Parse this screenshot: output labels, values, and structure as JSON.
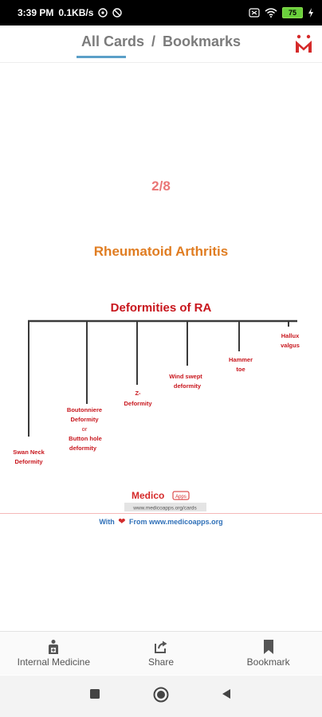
{
  "status_bar": {
    "time": "3:39 PM",
    "speed": "0.1KB/s",
    "battery": "75"
  },
  "header": {
    "tab_all": "All Cards",
    "separator": "/",
    "tab_bookmarks": "Bookmarks"
  },
  "card": {
    "counter": "2/8",
    "title": "Rheumatoid Arthritis"
  },
  "diagram": {
    "heading": "Deformities of RA",
    "labels": {
      "swan": [
        "Swan Neck",
        "Deformity"
      ],
      "boutonniere": [
        "Boutonniere",
        "Deformity",
        "or",
        "Button hole",
        "deformity"
      ],
      "z": [
        "Z-",
        "Deformity"
      ],
      "windswept": [
        "Wind swept",
        "deformity"
      ],
      "hammer": [
        "Hammer",
        "toe"
      ],
      "hallux": [
        "Hallux",
        "valgus"
      ]
    }
  },
  "brand": {
    "name": "Medico",
    "tag": "Apps",
    "url": "www.medicoapps.org/cards"
  },
  "footer": {
    "with": "With",
    "from": "From",
    "site": "www.medicoapps.org"
  },
  "bottom_nav": {
    "item1": "Internal Medicine",
    "item2": "Share",
    "item3": "Bookmark"
  },
  "colors": {
    "accent": "#5b9fc8",
    "counter": "#ea7676",
    "title": "#e07d22",
    "diagram_text": "#c8161d"
  }
}
